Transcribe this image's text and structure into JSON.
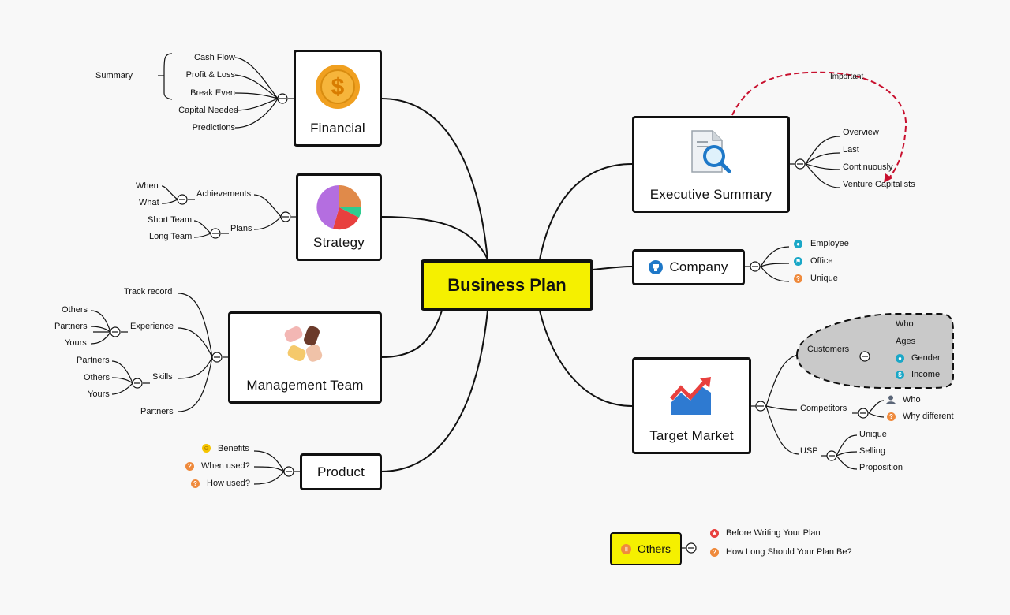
{
  "center": {
    "title": "Business Plan"
  },
  "financial": {
    "title": "Financial",
    "symbol": "$",
    "summary_label": "Summary",
    "items": [
      "Cash Flow",
      "Profit & Loss",
      "Break Even",
      "Capital Needed",
      "Predictions"
    ]
  },
  "strategy": {
    "title": "Strategy",
    "achievements": "Achievements",
    "achievements_children": [
      "When",
      "What"
    ],
    "plans": "Plans",
    "plans_children": [
      "Short Team",
      "Long Team"
    ]
  },
  "management": {
    "title": "Management Team",
    "track_record": "Track record",
    "experience": "Experience",
    "experience_children": [
      "Others",
      "Partners",
      "Yours"
    ],
    "skills": "Skills",
    "skills_children": [
      "Partners",
      "Others",
      "Yours"
    ],
    "partners": "Partners"
  },
  "product": {
    "title": "Product",
    "items": [
      "Benefits",
      "When used?",
      "How used?"
    ]
  },
  "executive": {
    "title": "Executive Summary",
    "important": "Important",
    "items": [
      "Overview",
      "Last",
      "Continuously",
      "Venture Capitalists"
    ]
  },
  "company": {
    "title": "Company",
    "items": [
      "Employee",
      "Office",
      "Unique"
    ]
  },
  "target": {
    "title": "Target Market",
    "customers": "Customers",
    "customers_children": [
      "Who",
      "Ages",
      "Gender",
      "Income"
    ],
    "competitors": "Competitors",
    "competitors_children": [
      "Who",
      "Why different"
    ],
    "usp": "USP",
    "usp_children": [
      "Unique",
      "Selling",
      "Proposition"
    ]
  },
  "others": {
    "title": "Others",
    "items": [
      "Before Writing Your Plan",
      "How Long Should Your Plan Be?"
    ]
  },
  "colors": {
    "accent_yellow": "#f5f000",
    "arrow_red": "#c8102e",
    "teal": "#1aa7c7",
    "orange": "#ef8a3c",
    "gold": "#f0a020"
  }
}
